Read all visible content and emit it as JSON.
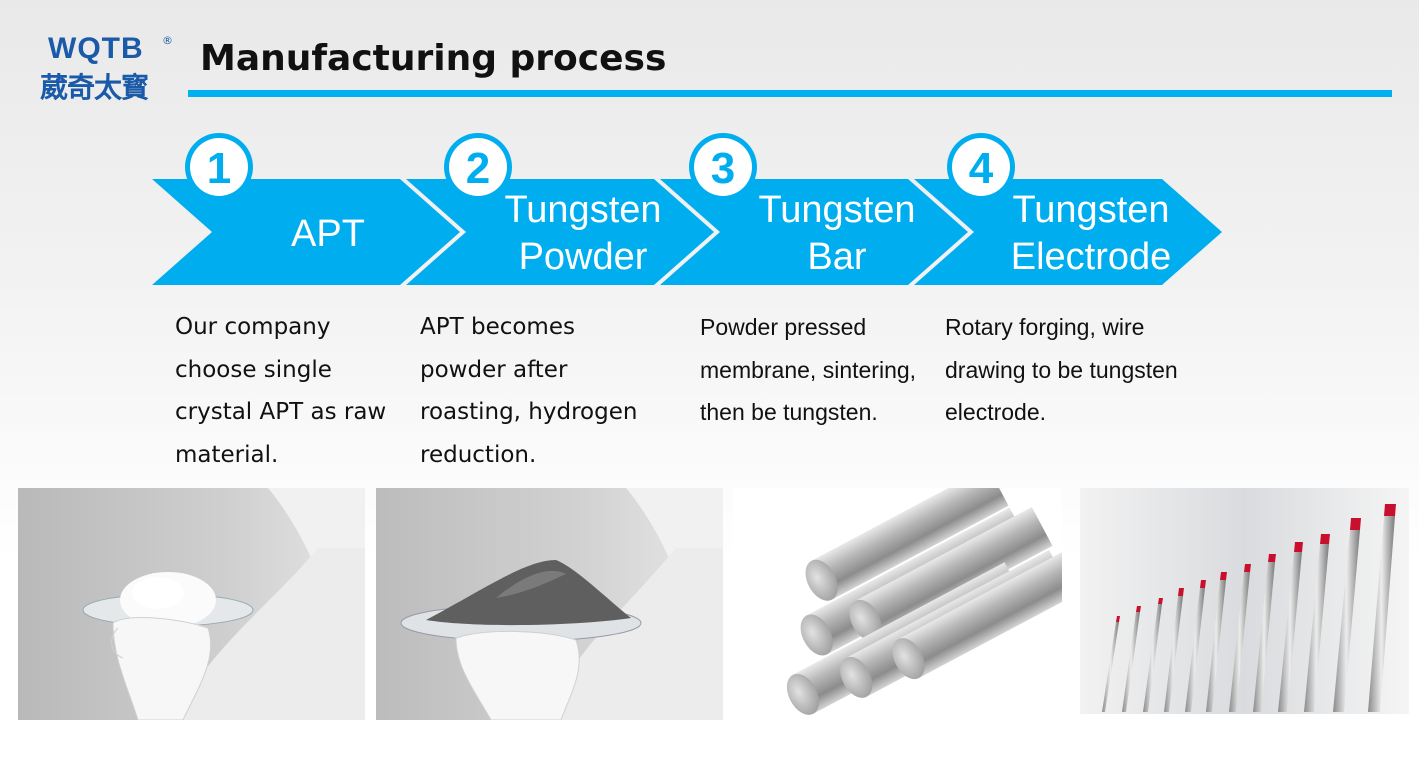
{
  "logo": {
    "brand": "WQTB",
    "registered": "®",
    "chinese": "葳奇太寳"
  },
  "header": {
    "title": "Manufacturing process"
  },
  "steps": [
    {
      "number": "1",
      "label_lines": [
        "APT"
      ]
    },
    {
      "number": "2",
      "label_lines": [
        "Tungsten",
        "Powder"
      ]
    },
    {
      "number": "3",
      "label_lines": [
        "Tungsten",
        "Bar"
      ]
    },
    {
      "number": "4",
      "label_lines": [
        "Tungsten",
        "Electrode"
      ]
    }
  ],
  "descriptions": [
    {
      "lines": [
        "Our company",
        "choose single",
        "crystal APT as raw",
        "material."
      ]
    },
    {
      "lines": [
        "APT becomes",
        "powder after",
        "roasting, hydrogen",
        "reduction."
      ]
    },
    {
      "lines": [
        "Powder pressed",
        "membrane, sintering,",
        "then be tungsten."
      ]
    },
    {
      "lines": [
        "Rotary forging, wire",
        "drawing to be tungsten",
        "electrode."
      ]
    }
  ],
  "photos": [
    {
      "subject": "white APT crystals held in gloved hand"
    },
    {
      "subject": "grey tungsten powder held in gloved hand"
    },
    {
      "subject": "stack of polished tungsten bars"
    },
    {
      "subject": "row of tungsten electrodes with red tips"
    }
  ],
  "colors": {
    "accent": "#00b0f0",
    "arrow": "#00aeef",
    "logo": "#1a5aa8",
    "electrode_tip": "#c8102e"
  }
}
